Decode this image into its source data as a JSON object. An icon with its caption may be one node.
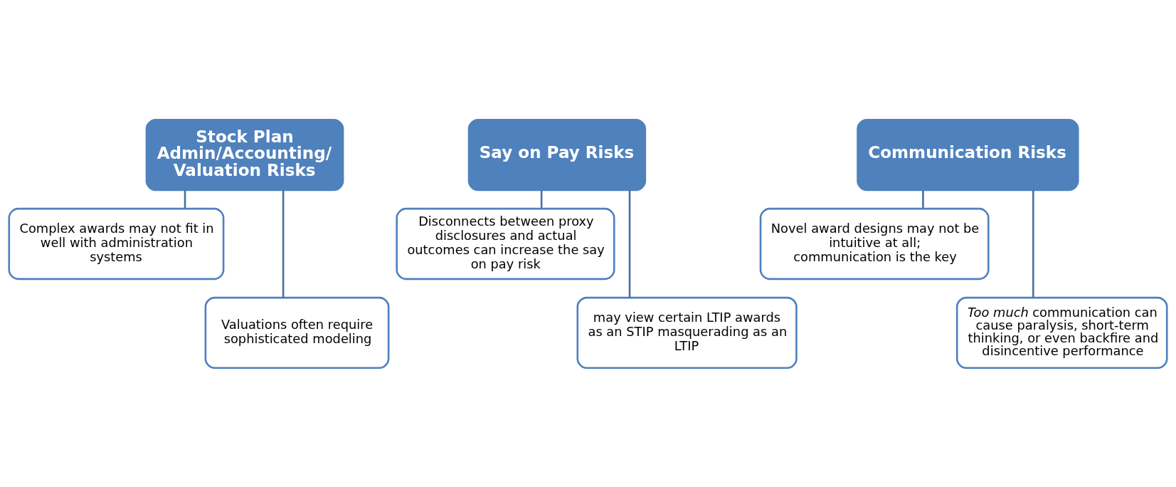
{
  "diagram": {
    "nodes": [
      {
        "text": [
          "Stock Plan Admin/Accounting/ Valuation Risks"
        ]
      },
      {
        "text": [
          "Complex awards may not fit in well with administration systems"
        ]
      },
      {
        "text": [
          "Valuations often require sophisticated modeling"
        ]
      },
      {
        "text": [
          "Say on Pay Risks"
        ]
      },
      {
        "text": [
          "Disconnects between proxy disclosures and actual outcomes can increase the say on pay risk"
        ]
      },
      {
        "text": [
          "may view certain LTIP awards as an STIP masquerading as an LTIP"
        ]
      },
      {
        "text": [
          "Communication Risks"
        ]
      },
      {
        "text": [
          "Novel award designs may not be intuitive at all; communication is the key"
        ]
      },
      {
        "text": [
          "*Too much* communication can cause paralysis, short-term thinking, or even backfire and disincentive performance"
        ]
      }
    ],
    "edges": [
      {
        "from": 0,
        "to": 1,
        "arrow": "none"
      },
      {
        "from": 0,
        "to": 2,
        "arrow": "none"
      },
      {
        "from": 3,
        "to": 4,
        "arrow": "none"
      },
      {
        "from": 3,
        "to": 5,
        "arrow": "none"
      },
      {
        "from": 6,
        "to": 7,
        "arrow": "none"
      },
      {
        "from": 6,
        "to": 8,
        "arrow": "none"
      }
    ]
  }
}
